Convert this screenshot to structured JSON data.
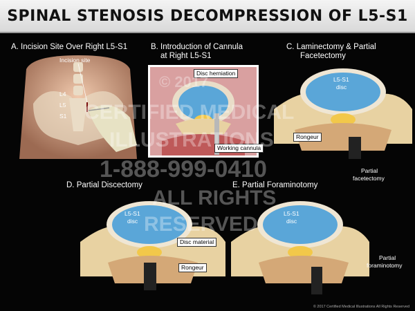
{
  "title": "SPINAL STENOSIS DECOMPRESSION OF L5-S1",
  "panels": {
    "a": {
      "label": "A. Incision Site Over Right L5-S1",
      "incision": "Incision site",
      "l4": "L4",
      "l5": "L5",
      "s1": "S1"
    },
    "b": {
      "label_line1": "B. Introduction of Cannula",
      "label_line2": "at Right L5-S1",
      "disc_herniation": "Disc herniation",
      "working_cannula": "Working cannula"
    },
    "c": {
      "label_line1": "C. Laminectomy & Partial",
      "label_line2": "Facetectomy",
      "disc": "L5-S1\ndisc",
      "rongeur": "Rongeur",
      "partial_facetectomy_1": "Partial",
      "partial_facetectomy_2": "facetectomy"
    },
    "d": {
      "label": "D. Partial Discectomy",
      "disc_1": "L5-S1",
      "disc_2": "disc",
      "disc_material": "Disc material",
      "rongeur": "Rongeur"
    },
    "e": {
      "label": "E. Partial Foraminotomy",
      "disc_1": "L5-S1",
      "disc_2": "disc",
      "partial_foraminotomy_1": "Partial",
      "partial_foraminotomy_2": "foraminotomy"
    }
  },
  "c_disc_1": "L5-S1",
  "c_disc_2": "disc",
  "watermark": {
    "year": "© 2017",
    "line1": "CERTIFIED MEDICAL",
    "line2": "ILLUSTRATIONS",
    "phone": "1-888-999-0410",
    "line3": "ALL RIGHTS",
    "line4": "RESERVED"
  },
  "copyright": "© 2017 Certified Medical Illustrations All Rights Reserved",
  "colors": {
    "disc": "#5aa6d8",
    "bone": "#e8d2a2",
    "nerve": "#f2c84a",
    "tissue": "#c0392b",
    "skin": "#d9a98a"
  }
}
